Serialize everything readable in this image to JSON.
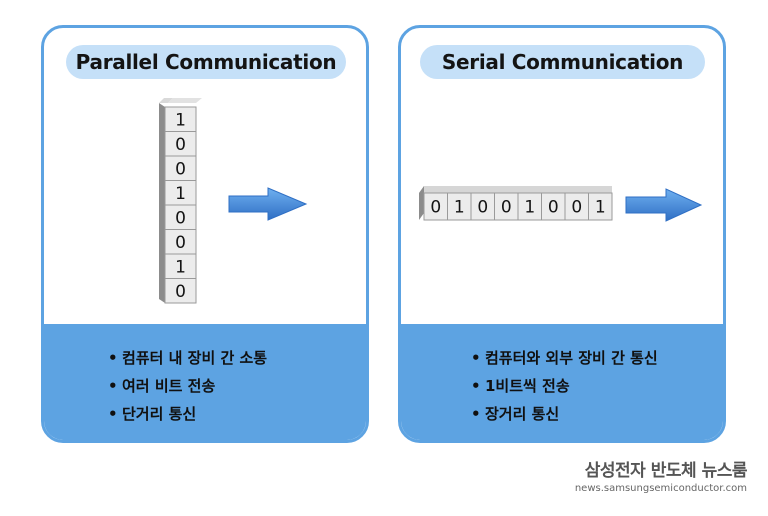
{
  "parallel": {
    "title": "Parallel Communication",
    "bits": [
      "1",
      "0",
      "0",
      "1",
      "0",
      "0",
      "1",
      "0"
    ],
    "bullets": [
      "컴퓨터 내 장비 간 소통",
      "여러 비트 전송",
      "단거리 통신"
    ]
  },
  "serial": {
    "title": "Serial Communication",
    "bits": [
      "0",
      "1",
      "0",
      "0",
      "1",
      "0",
      "0",
      "1"
    ],
    "bullets": [
      "컴퓨터와 외부 장비 간 통신",
      "1비트씩 전송",
      "장거리 통신"
    ]
  },
  "colors": {
    "panel_border": "#5da3e2",
    "panel_bottom": "#5da3e2",
    "title_pill": "#c5e0f8",
    "arrow": "#3a7fcf"
  },
  "icons": [
    "right-arrow-icon"
  ],
  "logo": {
    "name": "삼성전자 반도체 뉴스룸",
    "url": "news.samsungsemiconductor.com"
  }
}
